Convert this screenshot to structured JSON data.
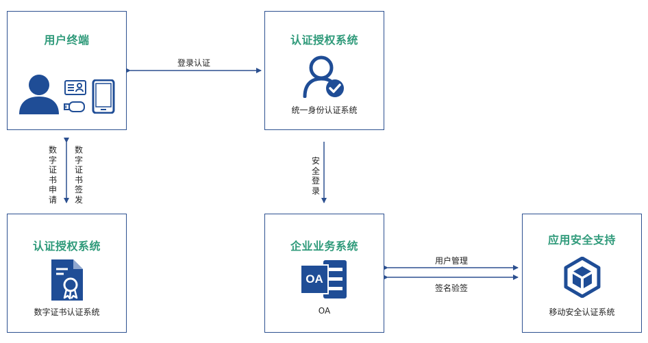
{
  "nodes": {
    "user_terminal": {
      "title": "用户终端"
    },
    "auth_system_top": {
      "title": "认证授权系统",
      "caption": "统一身份认证系统"
    },
    "auth_system_bottom": {
      "title": "认证授权系统",
      "caption": "数字证书认证系统"
    },
    "enterprise_business": {
      "title": "企业业务系统",
      "caption": "OA",
      "icon_text": "OA"
    },
    "app_security": {
      "title": "应用安全支持",
      "caption": "移动安全认证系统"
    }
  },
  "edges": {
    "login_auth": "登录认证",
    "secure_login": "安全登录",
    "cert_apply": "数字证书申请",
    "cert_issue": "数字证书签发",
    "user_management": "用户管理",
    "sign_verify": "签名验签"
  },
  "colors": {
    "border": "#2b4f8f",
    "title": "#2f9a7a",
    "icon": "#1f4d96",
    "arrow": "#2b4f8f"
  }
}
